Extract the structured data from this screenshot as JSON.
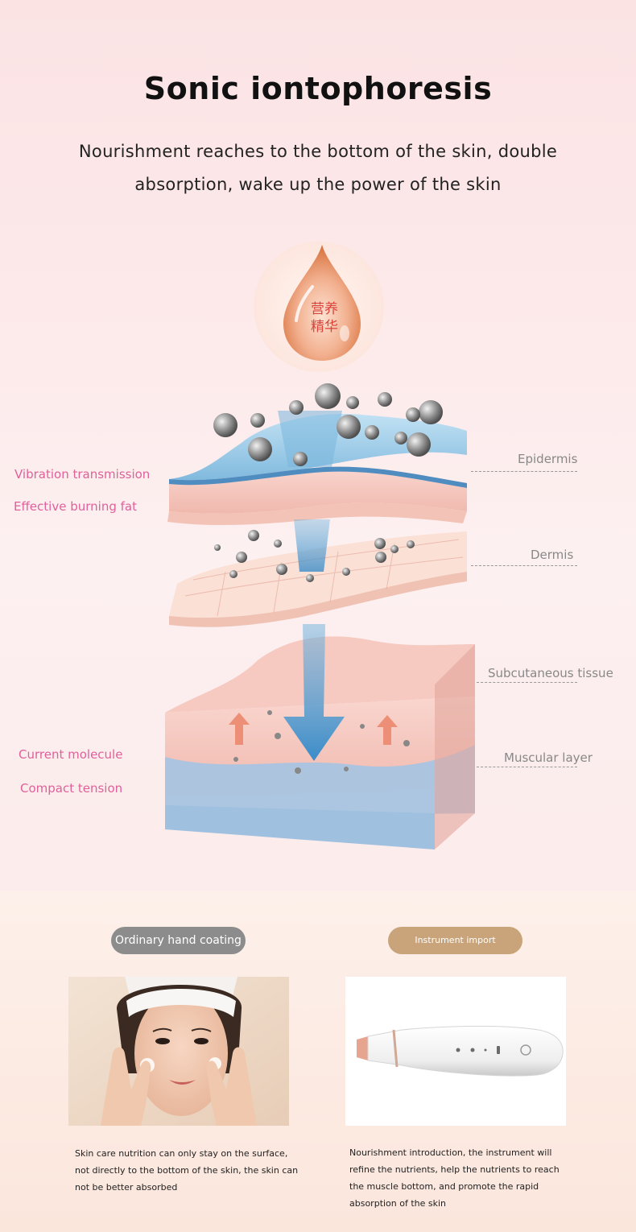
{
  "header": {
    "title": "Sonic iontophoresis",
    "subtitle": "Nourishment reaches to the bottom of the skin, double absorption, wake up the power of the skin"
  },
  "drop": {
    "line1": "营养",
    "line2": "精华"
  },
  "labels_left": {
    "vibration": "Vibration transmission",
    "burning": "Effective burning fat",
    "current": "Current molecule",
    "tension": "Compact tension"
  },
  "labels_right": {
    "epidermis": "Epidermis",
    "dermis": "Dermis",
    "subcutaneous": "Subcutaneous tissue",
    "muscular": "Muscular layer"
  },
  "comparison": {
    "left_pill": "Ordinary hand coating",
    "right_pill": "Instrument import",
    "left_caption": "Skin care nutrition can only stay on the surface, not directly to the bottom of the skin, the skin can not be better absorbed",
    "right_caption": "Nourishment introduction, the instrument will refine the nutrients, help the nutrients to reach the muscle bottom, and promote the rapid absorption of the skin"
  },
  "colors": {
    "accent_pink": "#e0609a",
    "label_grey": "#888888",
    "pill_grey": "#8c8c8c",
    "pill_gold": "#c9a37a",
    "drop_red": "#d8433c"
  }
}
